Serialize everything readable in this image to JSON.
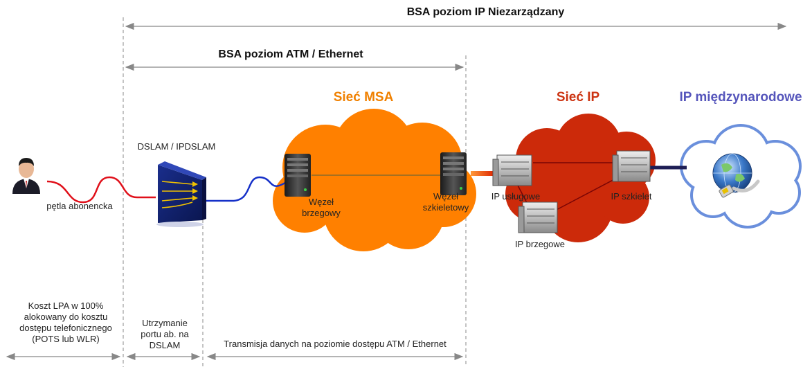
{
  "top_span": {
    "label": "BSA poziom IP Niezarządzany"
  },
  "atm_span": {
    "label": "BSA poziom ATM / Ethernet"
  },
  "dslam": {
    "label": "DSLAM / IPDSLAM"
  },
  "loop": {
    "label": "pętla abonencka"
  },
  "msa": {
    "title": "Sieć MSA",
    "color": "#f08000"
  },
  "ip_net": {
    "title": "Sieć IP",
    "color": "#cc3311"
  },
  "ip_intl": {
    "title": "IP międzynarodowe",
    "color": "#5555bb"
  },
  "nodes": {
    "edge": "Węzeł brzegowy",
    "core": "Węzeł szkieletowy",
    "ip_services": "IP usługowe",
    "ip_core": "IP szkielet",
    "ip_edge": "IP brzegowe"
  },
  "costs": {
    "lpa": "Koszt LPA w 100% alokowany do kosztu dostępu telefonicznego (POTS lub WLR)",
    "port": "Utrzymanie portu ab. na DSLAM",
    "transmission": "Transmisja danych na poziomie dostępu ATM / Ethernet"
  }
}
